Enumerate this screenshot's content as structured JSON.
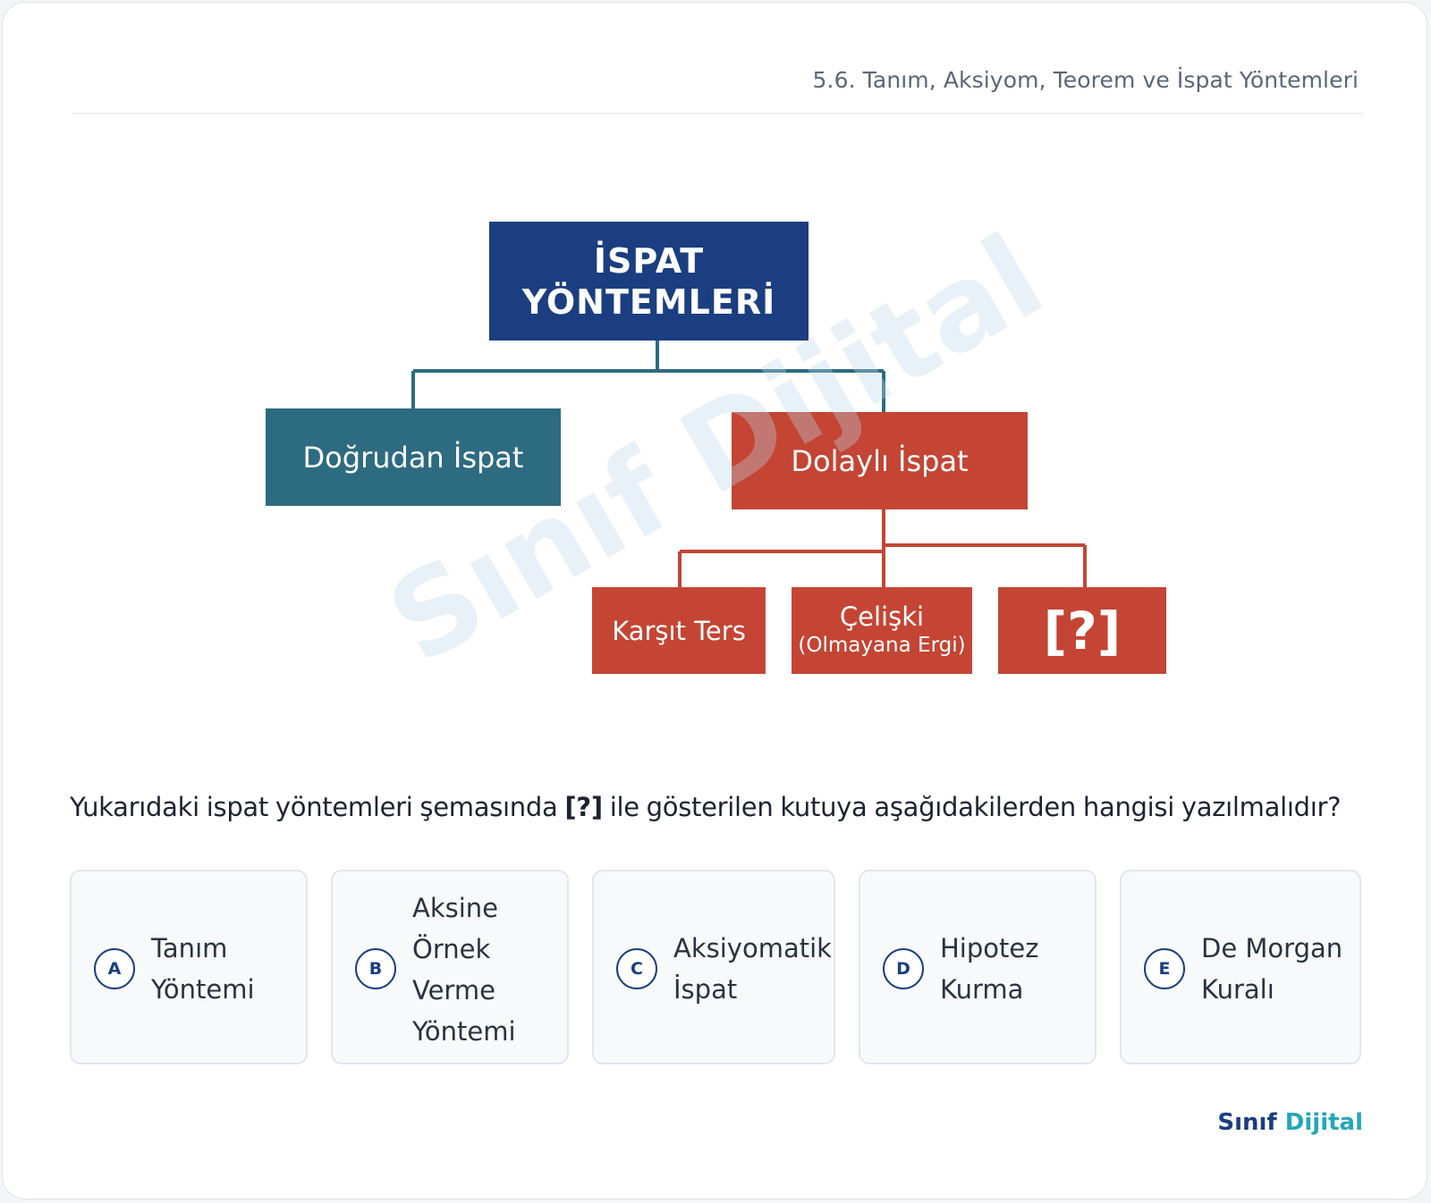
{
  "header": {
    "topic": "5.6. Tanım, Aksiyom, Teorem ve İspat Yöntemleri"
  },
  "diagram": {
    "root": {
      "line1": "İSPAT",
      "line2": "YÖNTEMLERİ"
    },
    "direct": "Doğrudan İspat",
    "indirect": "Dolaylı İspat",
    "leaves": {
      "contrapositive": "Karşıt Ters",
      "contradiction": {
        "line1": "Çelişki",
        "line2": "(Olmayana Ergi)"
      },
      "unknown": "[?]"
    },
    "colors": {
      "root": "#1a3e7f",
      "direct": "#2d6b80",
      "indirect": "#c44534",
      "direct_connector": "#2d6b80",
      "indirect_connector": "#c44534"
    }
  },
  "watermark": "Sınıf Dijital",
  "question": {
    "before": "Yukarıdaki ispat yöntemleri şemasında ",
    "token": "[?]",
    "after": " ile gösterilen kutuya aşağıdakilerden hangisi yazılmalıdır?"
  },
  "options": [
    {
      "letter": "A",
      "lines": [
        "Tanım",
        "Yöntemi"
      ]
    },
    {
      "letter": "B",
      "lines": [
        "Aksine",
        "Örnek",
        "Verme",
        "Yöntemi"
      ]
    },
    {
      "letter": "C",
      "lines": [
        "Aksiyomatik",
        "İspat"
      ]
    },
    {
      "letter": "D",
      "lines": [
        "Hipotez",
        "Kurma"
      ]
    },
    {
      "letter": "E",
      "lines": [
        "De Morgan",
        "Kuralı"
      ]
    }
  ],
  "brand": {
    "part1": "Sınıf",
    "part2": "Dijital"
  }
}
